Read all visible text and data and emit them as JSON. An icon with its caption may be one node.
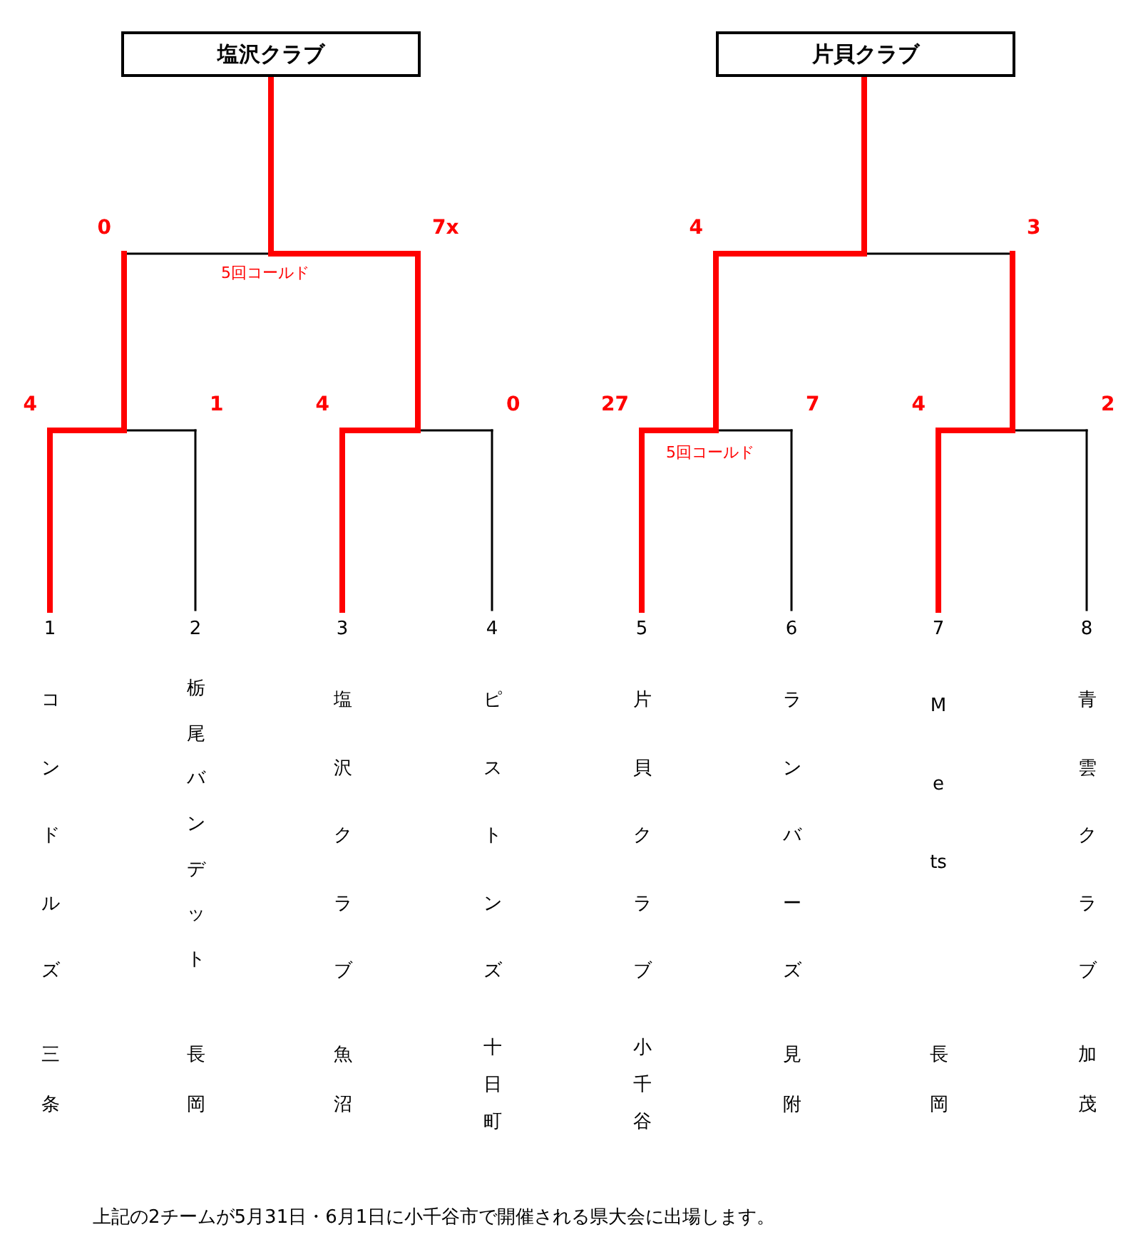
{
  "diagram": {
    "caption": "上記の2チームが5月31日・6月1日に小千谷市で開催される県大会に出場します。",
    "nodes": [
      {
        "text": [
          "塩沢クラブ"
        ]
      },
      {
        "text": [
          "片貝クラブ"
        ]
      },
      {
        "text": [
          "0"
        ]
      },
      {
        "text": [
          "7x"
        ]
      },
      {
        "text": [
          "4"
        ]
      },
      {
        "text": [
          "3"
        ]
      },
      {
        "text": [
          "4"
        ]
      },
      {
        "text": [
          "1"
        ]
      },
      {
        "text": [
          "4"
        ]
      },
      {
        "text": [
          "0"
        ]
      },
      {
        "text": [
          "27"
        ]
      },
      {
        "text": [
          "7"
        ]
      },
      {
        "text": [
          "4"
        ]
      },
      {
        "text": [
          "2"
        ]
      },
      {
        "text": [
          "1",
          "コンドルズ",
          "三条"
        ]
      },
      {
        "text": [
          "2",
          "栃尾バンデット",
          "長岡"
        ]
      },
      {
        "text": [
          "3",
          "塩沢クラブ",
          "魚沼"
        ]
      },
      {
        "text": [
          "4",
          "ピストンズ",
          "十日町"
        ]
      },
      {
        "text": [
          "5",
          "片貝クラブ",
          "小千谷"
        ]
      },
      {
        "text": [
          "6",
          "ランバーズ",
          "見附"
        ]
      },
      {
        "text": [
          "7",
          "Mets",
          "長岡"
        ]
      },
      {
        "text": [
          "8",
          "青雲クラブ",
          "加茂"
        ]
      }
    ],
    "edges": [
      {
        "from": 14,
        "to": 6,
        "arrow": "none",
        "style": "thick",
        "color": "#ff0000"
      },
      {
        "from": 15,
        "to": 7,
        "arrow": "none",
        "color": "#000000"
      },
      {
        "from": 16,
        "to": 8,
        "arrow": "none",
        "style": "thick",
        "color": "#ff0000"
      },
      {
        "from": 17,
        "to": 9,
        "arrow": "none",
        "color": "#000000"
      },
      {
        "from": 18,
        "to": 10,
        "arrow": "none",
        "style": "thick",
        "color": "#ff0000"
      },
      {
        "from": 19,
        "to": 11,
        "arrow": "none",
        "color": "#000000"
      },
      {
        "from": 20,
        "to": 12,
        "arrow": "none",
        "style": "thick",
        "color": "#ff0000"
      },
      {
        "from": 21,
        "to": 13,
        "arrow": "none",
        "color": "#000000"
      },
      {
        "from": 6,
        "to": 2,
        "arrow": "none",
        "style": "thick",
        "color": "#ff0000"
      },
      {
        "from": 7,
        "to": 2,
        "arrow": "none",
        "color": "#000000"
      },
      {
        "from": 8,
        "to": 3,
        "arrow": "none",
        "style": "thick",
        "color": "#ff0000"
      },
      {
        "from": 9,
        "to": 3,
        "arrow": "none",
        "color": "#000000"
      },
      {
        "from": 10,
        "to": 4,
        "arrow": "none",
        "style": "thick",
        "color": "#ff0000"
      },
      {
        "from": 11,
        "to": 4,
        "arrow": "none",
        "color": "#000000"
      },
      {
        "from": 12,
        "to": 5,
        "arrow": "none",
        "style": "thick",
        "color": "#ff0000"
      },
      {
        "from": 13,
        "to": 5,
        "arrow": "none",
        "color": "#000000"
      },
      {
        "from": 2,
        "to": 0,
        "arrow": "none",
        "color": "#000000"
      },
      {
        "from": 3,
        "to": 0,
        "arrow": "none",
        "style": "thick",
        "color": "#ff0000"
      },
      {
        "from": 4,
        "to": 1,
        "arrow": "none",
        "style": "thick",
        "color": "#ff0000"
      },
      {
        "from": 5,
        "to": 1,
        "arrow": "none",
        "color": "#000000"
      }
    ],
    "labels": [
      "5回コールド",
      "5回コールド"
    ]
  }
}
